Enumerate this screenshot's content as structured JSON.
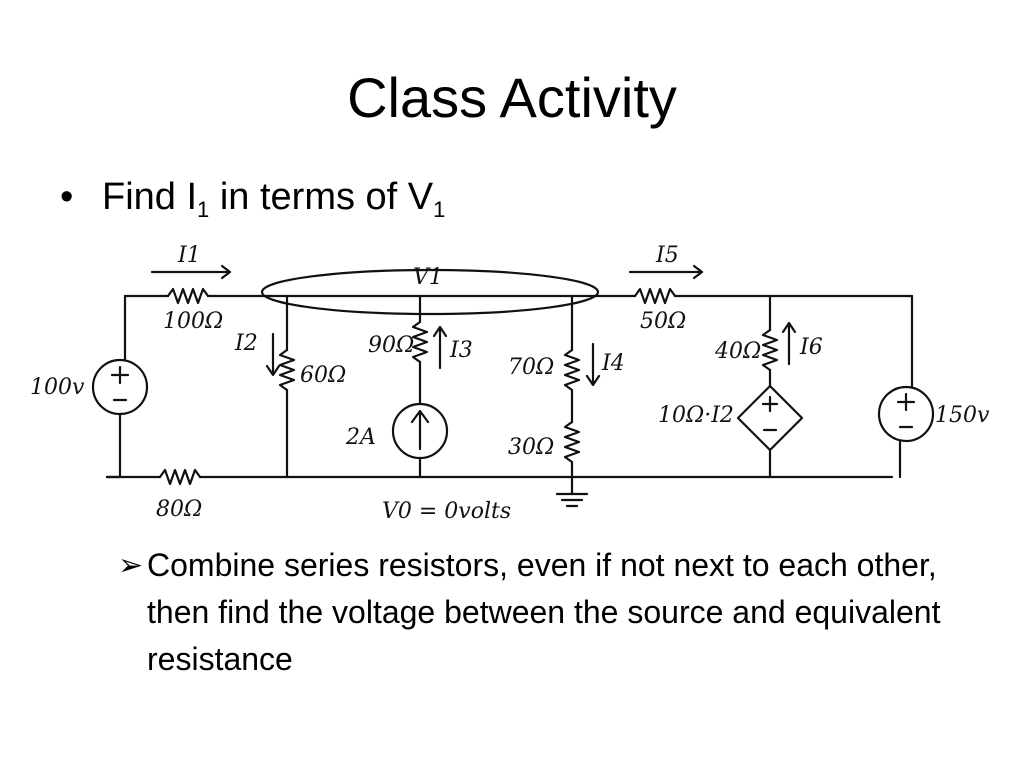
{
  "slide": {
    "title": "Class Activity",
    "bullet_glyph": "•",
    "bullet": {
      "pre": "Find I",
      "sub1": "1",
      "mid": " in terms of V",
      "sub2": "1"
    },
    "sub_bullet_glyph": "➢",
    "sub_bullet": "Combine series resistors, even if not next to each other, then find the voltage between the source and equivalent resistance"
  },
  "circuit": {
    "labels": {
      "i1": "I1",
      "v1": "V1",
      "i5": "I5",
      "r100": "100Ω",
      "r50": "50Ω",
      "i2": "I2",
      "r60": "60Ω",
      "r90": "90Ω",
      "i3": "I3",
      "r70": "70Ω",
      "i4": "I4",
      "r40": "40Ω",
      "i6": "I6",
      "v100": "100v",
      "a2": "2A",
      "dep": "10Ω·I2",
      "r30": "30Ω",
      "v150": "150v",
      "r80": "80Ω",
      "v0": "V0 = 0volts"
    }
  }
}
